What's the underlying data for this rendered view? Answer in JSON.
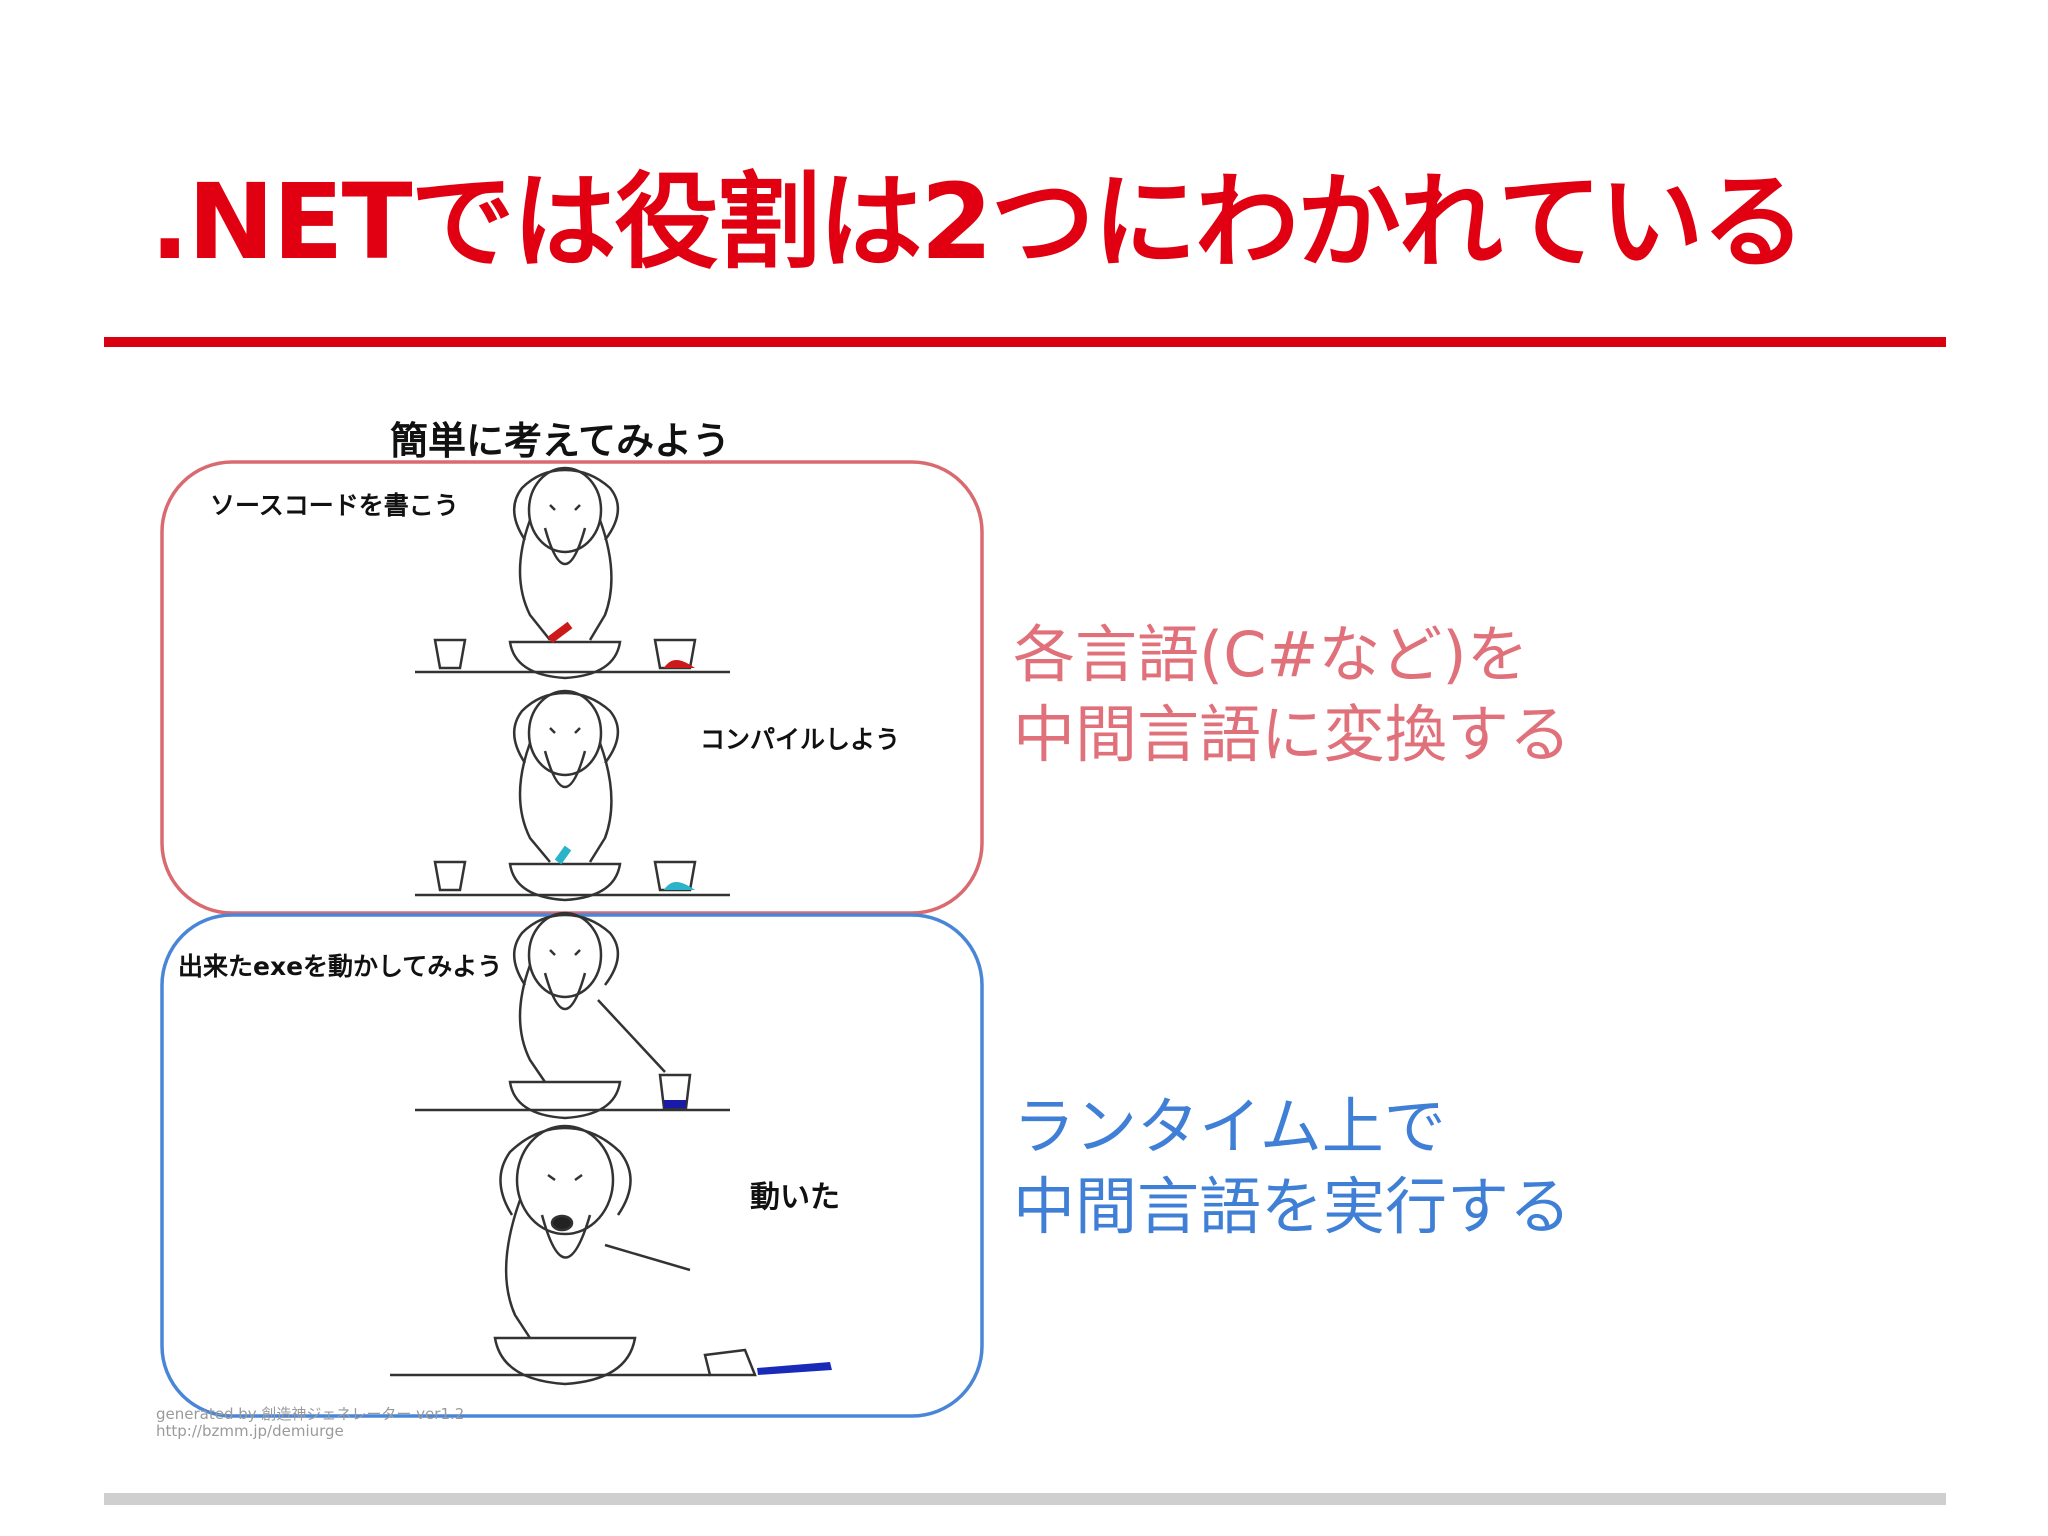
{
  "colors": {
    "title": "#e00012",
    "rule": "#d90012",
    "bottom_rule": "#cfcfcf",
    "compile_box": "#d96b70",
    "runtime_box": "#4a86d8",
    "compile_text": "#e0707a",
    "runtime_text": "#3f7fd6"
  },
  "title": ".NETでは役割は2つにわかれている",
  "figure": {
    "heading": "簡単に考えてみよう",
    "panels": [
      {
        "caption": "ソースコードを書こう",
        "liquid": "#cc1a1a"
      },
      {
        "caption": "コンパイルしよう",
        "liquid": "#2ab3c9"
      },
      {
        "caption": "出来たexeを動かしてみよう",
        "liquid": "#1a1aa8"
      },
      {
        "caption": "動いた",
        "liquid": "#1a2ab8"
      }
    ],
    "credit": [
      "generated by 創造神ジェネレーター ver1.2",
      "http://bzmm.jp/demiurge"
    ]
  },
  "descriptions": {
    "compile": [
      "各言語(C#など)を",
      "中間言語に変換する"
    ],
    "runtime": [
      "ランタイム上で",
      "中間言語を実行する"
    ]
  }
}
